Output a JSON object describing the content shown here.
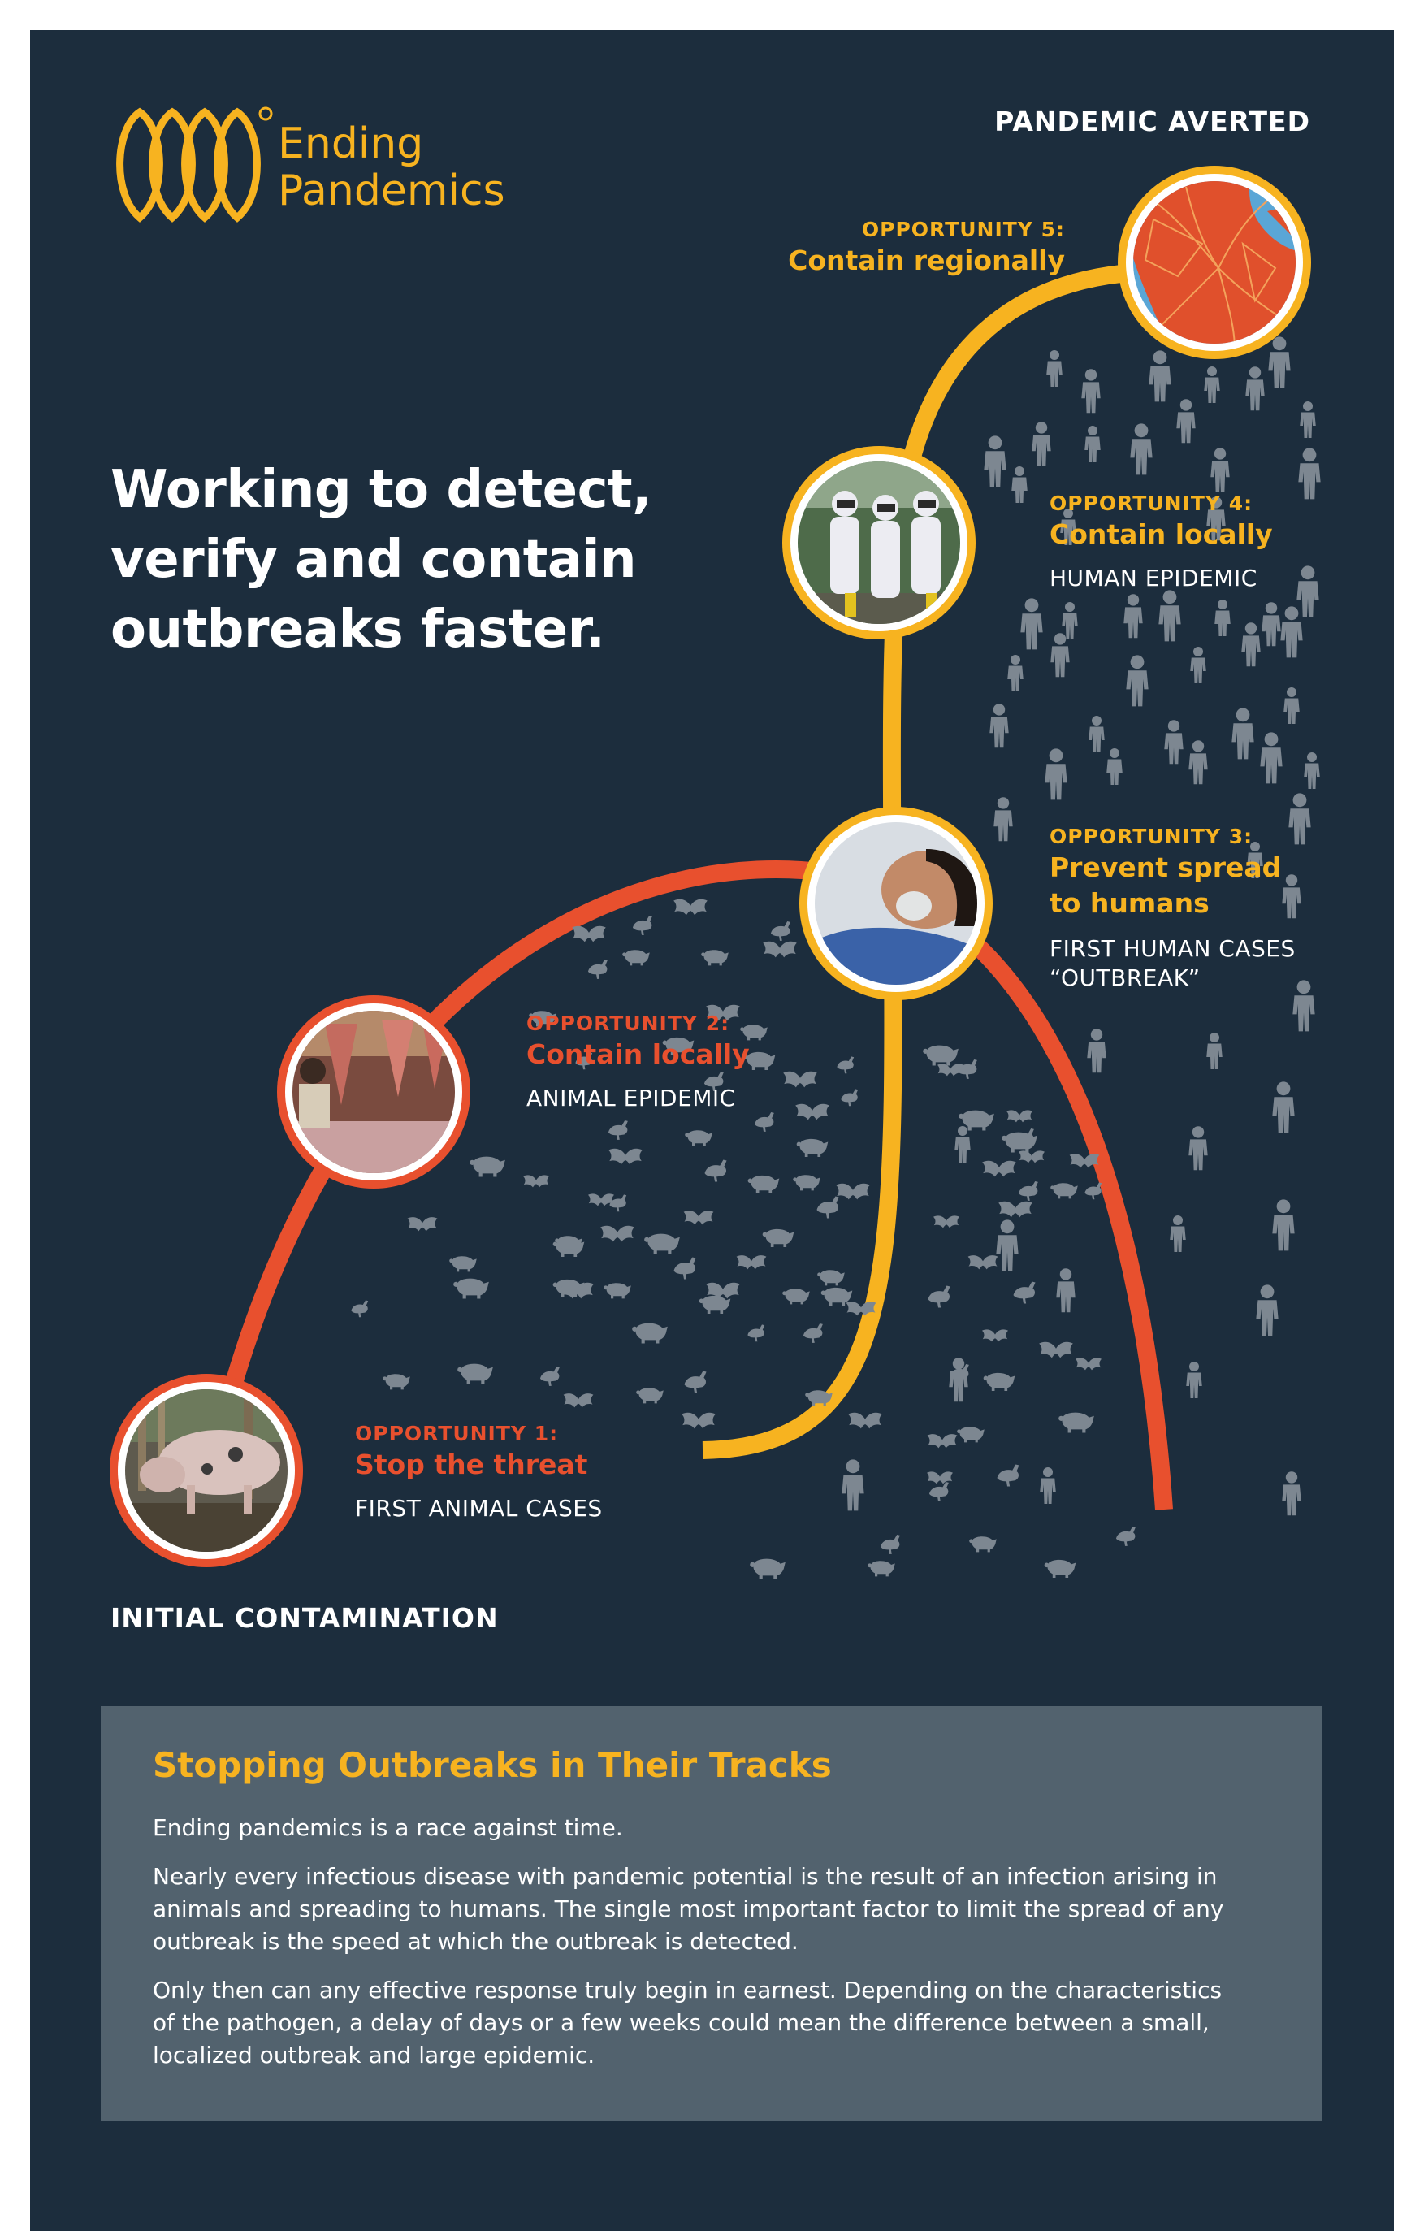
{
  "brand": {
    "name_line1": "Ending",
    "name_line2": "Pandemics",
    "logo_color": "#f7b320"
  },
  "headline": [
    "Working to detect,",
    "verify and contain",
    "outbreaks faster."
  ],
  "stages": {
    "top": "PANDEMIC AVERTED",
    "bottom": "INITIAL CONTAMINATION"
  },
  "opportunities": [
    {
      "kicker": "OPPORTUNITY 1:",
      "title": "Stop the threat",
      "sub": "FIRST ANIMAL CASES",
      "photo": "pig-photo"
    },
    {
      "kicker": "OPPORTUNITY 2:",
      "title": "Contain locally",
      "sub": "ANIMAL EPIDEMIC",
      "photo": "meat-market-photo"
    },
    {
      "kicker": "OPPORTUNITY 3:",
      "title_lines": [
        "Prevent spread",
        "to humans"
      ],
      "sub_lines": [
        "FIRST HUMAN CASES",
        "“OUTBREAK”"
      ],
      "photo": "patient-oxygen-mask-photo"
    },
    {
      "kicker": "OPPORTUNITY 4:",
      "title": "Contain locally",
      "sub": "HUMAN EPIDEMIC",
      "photo": "hazmat-team-photo"
    },
    {
      "kicker": "OPPORTUNITY 5:",
      "title": "Contain regionally",
      "photo": "regional-map-photo"
    }
  ],
  "info": {
    "title": "Stopping Outbreaks in Their Tracks",
    "p1": "Ending pandemics is a race against time.",
    "p2_lines": [
      "Nearly every infectious disease with pandemic potential is the result of an infection arising in",
      "animals and spreading to humans. The single most important factor to limit the spread of any",
      "outbreak is the speed at which the outbreak is detected."
    ],
    "p3_lines": [
      "Only then can any effective response truly begin in earnest. Depending on the characteristics",
      "of the pathogen, a delay of days or a few weeks could mean the difference between a small,",
      "localized outbreak and large epidemic."
    ]
  },
  "colors": {
    "background": "#1c2d3d",
    "animal_curve": "#e8502e",
    "human_curve": "#f7b320",
    "icons": "#7d8791",
    "info_box": "#52626e"
  },
  "icon_types": [
    "pig-icon",
    "bird-icon",
    "bat-icon",
    "person-icon"
  ]
}
